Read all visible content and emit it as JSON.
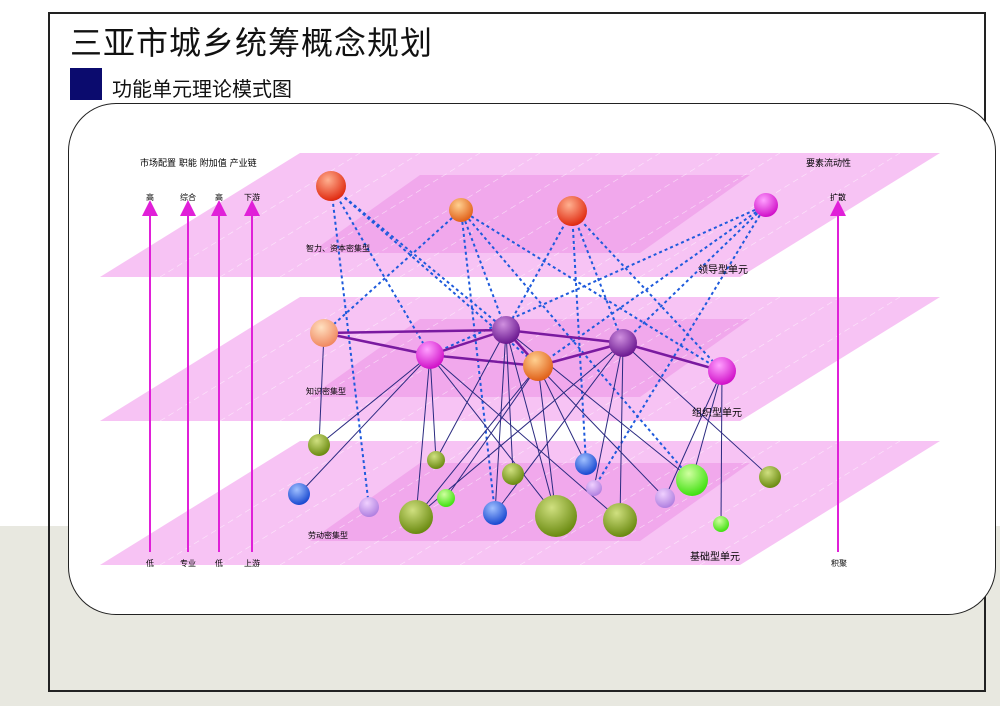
{
  "title": "三亚市城乡统筹概念规划",
  "subtitle": "功能单元理论模式图",
  "left_axes": {
    "header": "市场配置 职能  附加值  产业链",
    "axes": [
      {
        "top": "高",
        "bottom": "低"
      },
      {
        "top": "综合",
        "bottom": "专业"
      },
      {
        "top": "高",
        "bottom": "低"
      },
      {
        "top": "下游",
        "bottom": "上游"
      }
    ]
  },
  "right_axis": {
    "header": "要素流动性",
    "top": "扩散",
    "bottom": "积聚"
  },
  "layers": [
    {
      "name": "领导型单元",
      "type": "智力、资本密集型"
    },
    {
      "name": "组织型单元",
      "type": "知识密集型"
    },
    {
      "name": "基础型单元",
      "type": "劳动密集型"
    }
  ],
  "colors": {
    "plane": "#f6b8f2",
    "inner": "#ee9ce8",
    "arrow": "#e020d8",
    "dashed": "#1e5adc",
    "solid": "#7a1aa0",
    "thin": "#2a2a80"
  }
}
